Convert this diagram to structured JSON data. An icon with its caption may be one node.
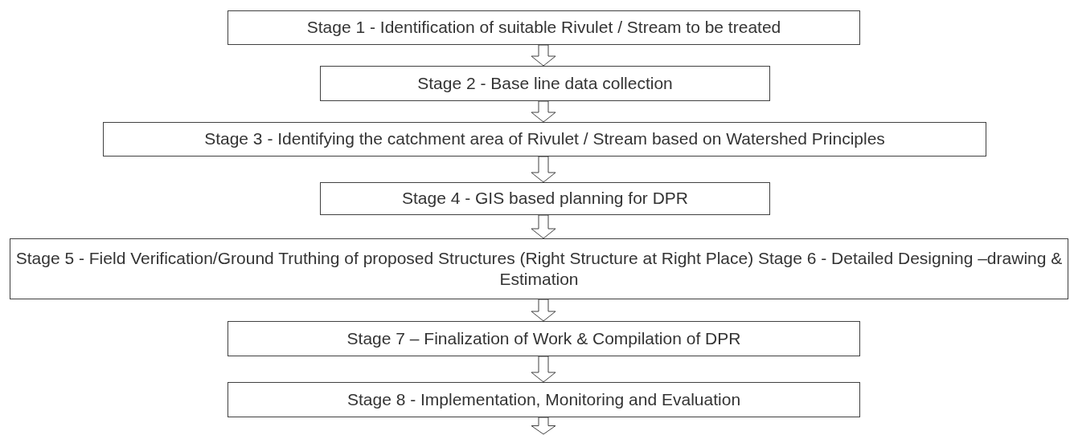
{
  "diagram": {
    "nodes": [
      {
        "text": [
          "Stage 1 - Identification of suitable Rivulet / Stream to be treated"
        ]
      },
      {
        "text": [
          "Stage 2 - Base line data collection"
        ]
      },
      {
        "text": [
          "Stage 3 - Identifying the catchment area of Rivulet / Stream based on Watershed Principles"
        ]
      },
      {
        "text": [
          "Stage 4 - GIS based planning for DPR"
        ]
      },
      {
        "text": [
          "Stage 5 - Field Verification/Ground Truthing of proposed Structures (Right Structure at Right Place) Stage 6 - Detailed Designing –drawing & Estimation"
        ]
      },
      {
        "text": [
          "Stage 7 – Finalization of Work & Compilation of DPR"
        ]
      },
      {
        "text": [
          "Stage 8 - Implementation, Monitoring and Evaluation"
        ]
      }
    ],
    "edges": [
      {
        "from": 0,
        "to": 1,
        "arrow": "to"
      },
      {
        "from": 1,
        "to": 2,
        "arrow": "to"
      },
      {
        "from": 2,
        "to": 3,
        "arrow": "to"
      },
      {
        "from": 3,
        "to": 4,
        "arrow": "to"
      },
      {
        "from": 4,
        "to": 5,
        "arrow": "to"
      },
      {
        "from": 5,
        "to": 6,
        "arrow": "to"
      },
      {
        "from": 6,
        "to": null,
        "arrow": "to"
      }
    ]
  }
}
